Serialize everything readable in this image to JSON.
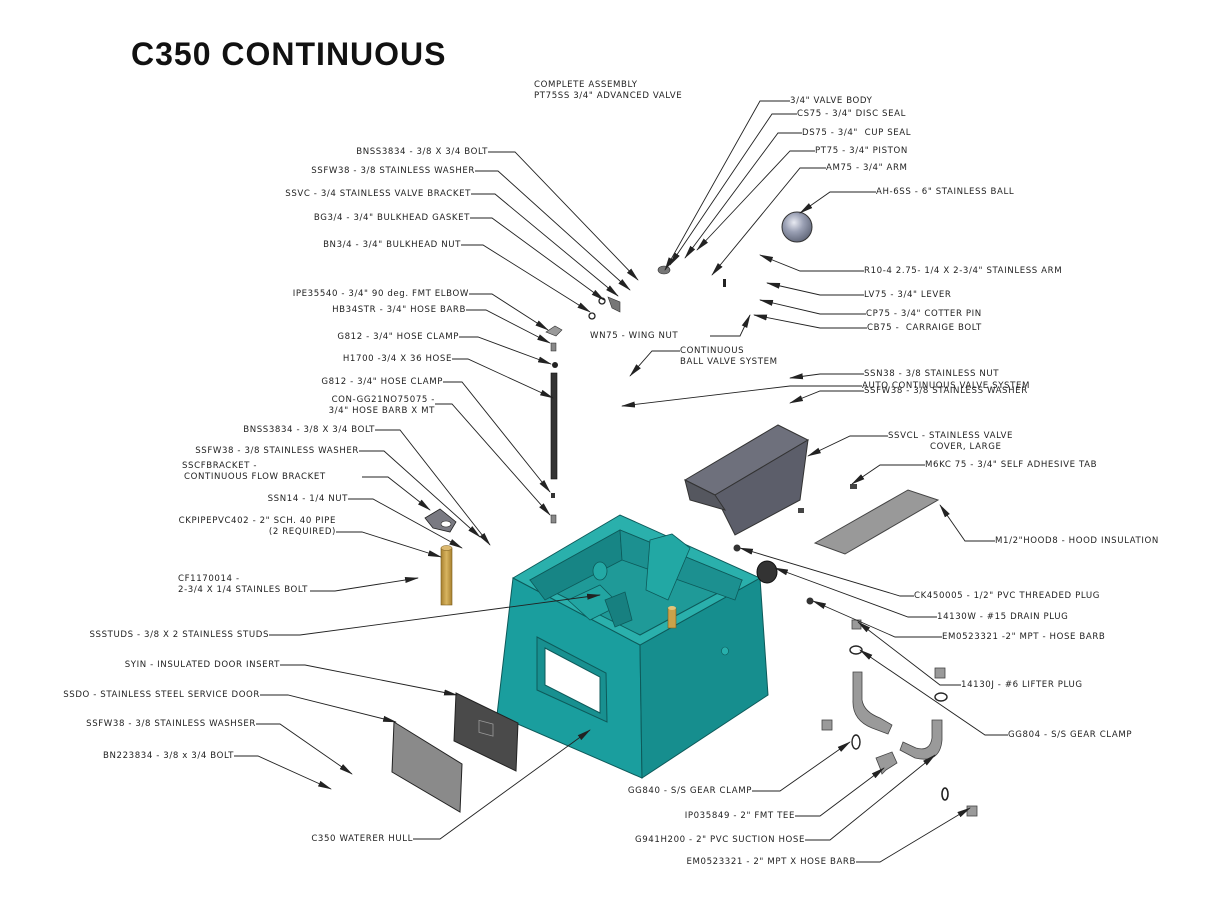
{
  "title": "C350 CONTINUOUS",
  "colors": {
    "hull": "#1a9e9e",
    "hull_dark": "#127878",
    "hull_light": "#2ab5b0",
    "metal": "#7a7a80",
    "pipe_brass": "#c9a24a",
    "leader": "#222222"
  },
  "labels": {
    "complete_assembly": [
      "COMPLETE ASSEMBLY",
      "PT75SS 3/4\" ADVANCED VALVE"
    ],
    "valve_body": "3/4\" VALVE BODY",
    "cs75": "CS75 - 3/4\" DISC SEAL",
    "ds75": "DS75 - 3/4\"  CUP SEAL",
    "pt75": "PT75 - 3/4\" PISTON",
    "am75": "AM75 - 3/4\" ARM",
    "ah6ss": "AH-6SS - 6\" STAINLESS BALL",
    "r10": "R10-4 2.75- 1/4 X 2-3/4\" STAINLESS ARM",
    "lv75": "LV75 - 3/4\" LEVER",
    "cp75": "CP75 - 3/4\" COTTER PIN",
    "cb75": "CB75 -  CARRAIGE BOLT",
    "wn75": "WN75 - WING NUT",
    "continuous_ball": [
      "CONTINUOUS",
      "BALL VALVE SYSTEM"
    ],
    "ssn38": "SSN38 - 3/8 STAINLESS NUT",
    "auto_continuous": "AUTO CONTINUOUS VALVE SYSTEM",
    "ssfw38_overlap": "SSFW38 - 3/8 STAINLESS WASHER",
    "ssvcl": [
      "SSVCL - STAINLESS VALVE",
      "COVER, LARGE"
    ],
    "m6kc": "M6KC 75 - 3/4\" SELF ADHESIVE TAB",
    "hood": "M1/2\"HOOD8 - HOOD INSULATION",
    "ck450005": "CK450005 - 1/2\" PVC THREADED PLUG",
    "drain": "14130W - #15 DRAIN PLUG",
    "em_barb": "EM0523321 -2\" MPT - HOSE BARB",
    "lifter": "14130J - #6 LIFTER PLUG",
    "gg804": "GG804 - S/S GEAR CLAMP",
    "gg840": "GG840 - S/S GEAR CLAMP",
    "tee": "IP035849 - 2\" FMT TEE",
    "suction": "G941H200 - 2\" PVC SUCTION HOSE",
    "em_hose_barb": "EM0523321 - 2\" MPT X HOSE BARB",
    "bnss_top": "BNSS3834 - 3/8 X 3/4 BOLT",
    "ssfw_top": "SSFW38 - 3/8 STAINLESS WASHER",
    "ssvc": "SSVC - 3/4 STAINLESS VALVE BRACKET",
    "bg": "BG3/4 - 3/4\" BULKHEAD GASKET",
    "bn": "BN3/4 - 3/4\" BULKHEAD NUT",
    "elbow": "IPE35540 - 3/4\" 90 deg. FMT ELBOW",
    "hb": "HB34STR - 3/4\" HOSE BARB",
    "g812a": "G812 - 3/4\" HOSE CLAMP",
    "h1700": "H1700 -3/4 X 36 HOSE",
    "g812b": "G812 - 3/4\" HOSE CLAMP",
    "con_gg": [
      "CON-GG21NO75075 -",
      "3/4\" HOSE BARB X MT"
    ],
    "bnss_mid": "BNSS3834 - 3/8 X 3/4 BOLT",
    "ssfw_mid": "SSFW38 - 3/8 STAINLESS WASHER",
    "sscf": [
      "SSCFBRACKET -",
      "CONTINUOUS FLOW BRACKET"
    ],
    "ssn14": "SSN14 - 1/4 NUT",
    "ckpipe": [
      "CKPIPEPVC402 - 2\" SCH. 40 PIPE",
      "(2 REQUIRED)"
    ],
    "cf117": [
      "CF1170014 -",
      "2-3/4 X 1/4 STAINLES BOLT"
    ],
    "ssstuds": "SSSTUDS - 3/8 X 2 STAINLESS STUDS",
    "syin": "SYIN - INSULATED DOOR INSERT",
    "ssdo": "SSDO - STAINLESS STEEL SERVICE DOOR",
    "ssfw_low": "SSFW38 - 3/8 STAINLESS WASHSER",
    "bn2238": "BN223834 - 3/8 x 3/4 BOLT",
    "hull": "C350 WATERER HULL"
  }
}
